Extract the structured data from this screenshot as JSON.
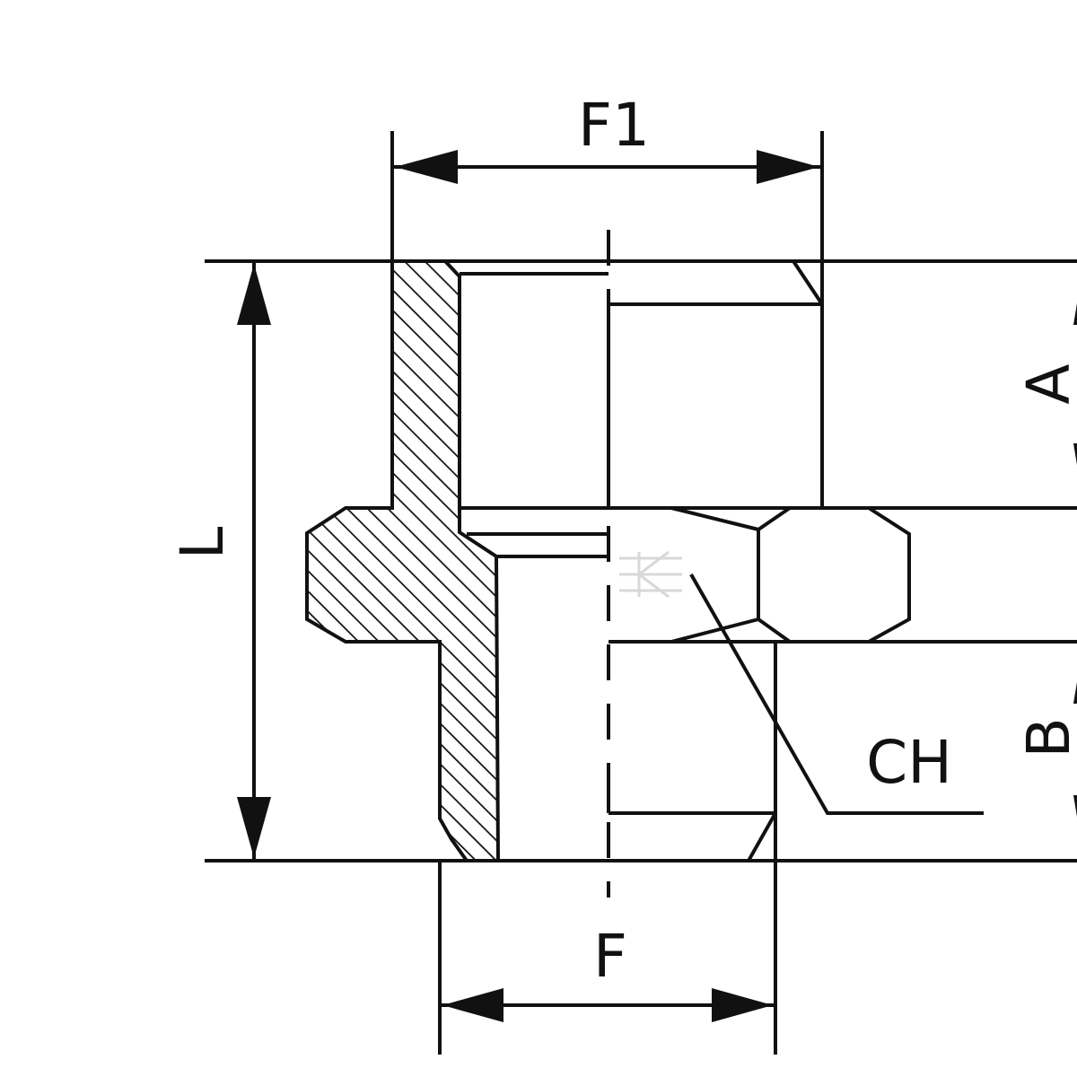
{
  "labels": {
    "f1": "F1",
    "f": "F",
    "l": "L",
    "a": "A",
    "b": "B",
    "ch": "CH"
  },
  "colors": {
    "line": "#111111",
    "background": "#ffffff"
  }
}
